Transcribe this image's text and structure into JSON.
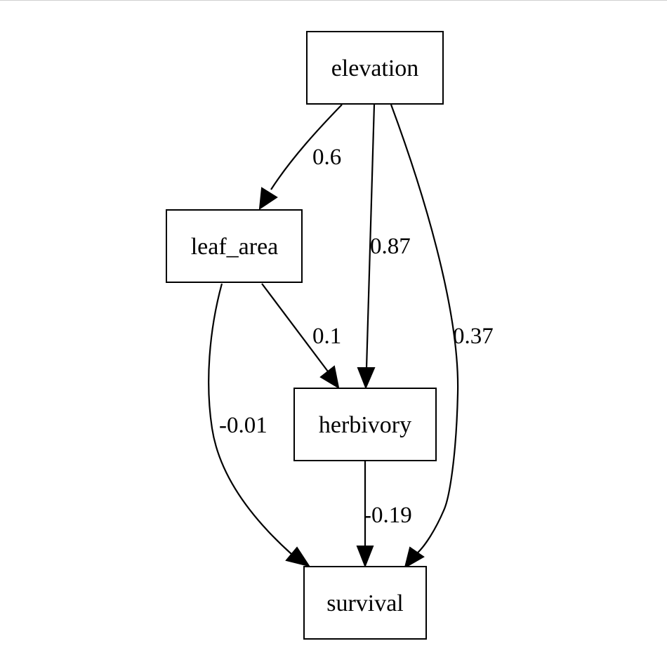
{
  "nodes": {
    "elevation": {
      "label": "elevation"
    },
    "leaf_area": {
      "label": "leaf_area"
    },
    "herbivory": {
      "label": "herbivory"
    },
    "survival": {
      "label": "survival"
    }
  },
  "edges": {
    "elevation_leaf_area": {
      "from": "elevation",
      "to": "leaf_area",
      "label": "0.6"
    },
    "elevation_herbivory": {
      "from": "elevation",
      "to": "herbivory",
      "label": "0.87"
    },
    "elevation_survival": {
      "from": "elevation",
      "to": "survival",
      "label": "0.37"
    },
    "leaf_area_herbivory": {
      "from": "leaf_area",
      "to": "herbivory",
      "label": "0.1"
    },
    "leaf_area_survival": {
      "from": "leaf_area",
      "to": "survival",
      "label": "-0.01"
    },
    "herbivory_survival": {
      "from": "herbivory",
      "to": "survival",
      "label": "-0.19"
    }
  }
}
